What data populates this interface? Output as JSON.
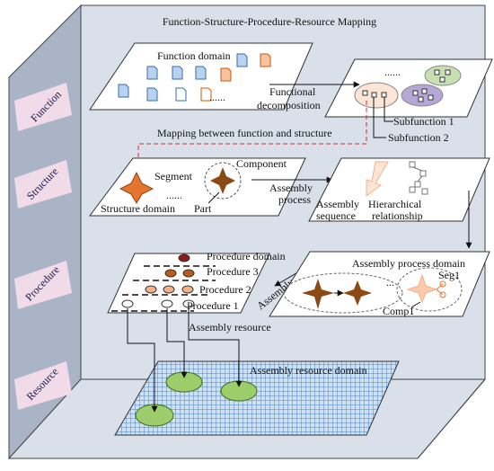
{
  "title": "Function-Structure-Procedure-Resource Mapping",
  "layers": {
    "function": "Function",
    "structure": "Structure",
    "procedure": "Procedure",
    "resource": "Resource"
  },
  "function_plane": {
    "domain_label": "Function domain",
    "ellipsis_doc": "......",
    "ellipsis_right": "......",
    "decomp_line1": "Functional",
    "decomp_line2": "decomposition",
    "subfunction1": "Subfunction 1",
    "subfunction2": "Subfunction 2"
  },
  "mapping_label": "Mapping between function and structure",
  "structure_plane": {
    "segment": "Segment",
    "component": "Component",
    "ellipsis": "......",
    "domain": "Structure domain",
    "part": "Part",
    "assembly_process_1": "Assembly",
    "assembly_process_2": "process",
    "assembly_sequence_1": "Assembly",
    "assembly_sequence_2": "sequence",
    "hierarchical_1": "Hierarchical",
    "hierarchical_2": "relationship"
  },
  "procedure_plane": {
    "domain": "Procedure domain",
    "p3": "Procedure 3",
    "p2": "Procedure 2",
    "p1": "Procedure 1",
    "assembly_procedure": "Assembly procedure",
    "assembly_resource": "Assembly resource"
  },
  "process_plane": {
    "domain": "Assembly process domain",
    "seg1": "Seg1",
    "comp1": "Comp1",
    "ellipsis": "..."
  },
  "resource_plane": {
    "domain": "Assembly resource domain"
  },
  "colors": {
    "box_fill": "#d9e0ea",
    "left_panel": "#a9b5c7",
    "dark_brown": "#8b4a14",
    "orange": "#e5742e",
    "peach": "#f4b183",
    "green": "#9dcd6a",
    "blue_grid": "#4a86c5",
    "red_dashed": "#d0312d"
  }
}
